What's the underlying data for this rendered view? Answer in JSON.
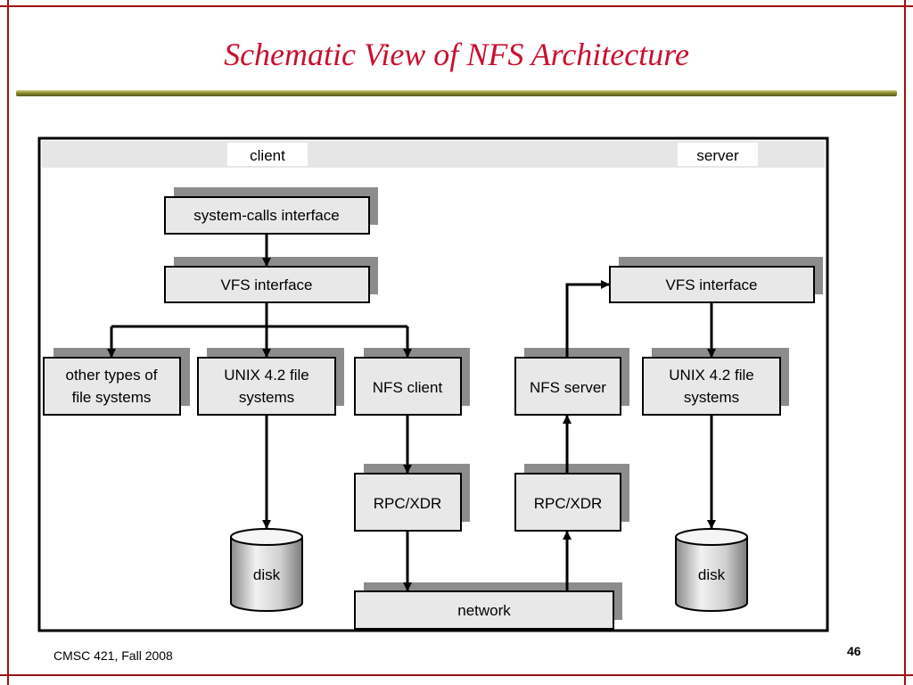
{
  "slide": {
    "title": "Schematic View of NFS Architecture",
    "footer": "CMSC 421, Fall 2008",
    "page_number": "46"
  },
  "diagram": {
    "client_label": "client",
    "server_label": "server",
    "client": {
      "syscalls": "system-calls interface",
      "vfs": "VFS interface",
      "other_fs": [
        "other types of",
        "file systems"
      ],
      "unix_fs": [
        "UNIX 4.2 file",
        "systems"
      ],
      "nfs_client": "NFS client",
      "rpc": "RPC/XDR",
      "disk": "disk"
    },
    "server": {
      "vfs": "VFS interface",
      "unix_fs": [
        "UNIX 4.2 file",
        "systems"
      ],
      "nfs_server": "NFS server",
      "rpc": "RPC/XDR",
      "disk": "disk"
    },
    "network": "network"
  }
}
